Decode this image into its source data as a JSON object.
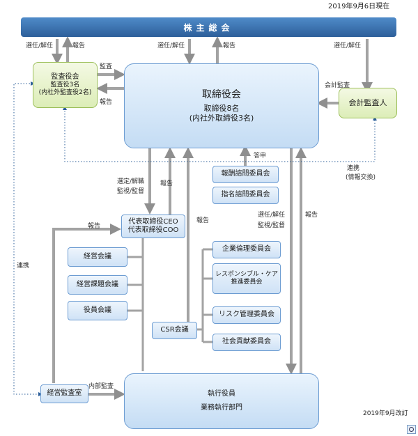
{
  "meta": {
    "as_of": "2019年9月6日現在",
    "revised": "2019年9月改訂"
  },
  "nodes": {
    "shareholders": "株主総会",
    "audit_board": {
      "title": "監査役会",
      "line1": "監査役3名",
      "line2": "(内社外監査役2名)"
    },
    "board": {
      "title": "取締役会",
      "line1": "取締役8名",
      "line2": "(内社外取締役3名)"
    },
    "accountant": "会計監査人",
    "remuneration": "報酬諮問委員会",
    "nomination": "指名諮問委員会",
    "ceo": {
      "line1": "代表取締役CEO",
      "line2": "代表取締役COO"
    },
    "mgmt_meeting": "経営会議",
    "issues_meeting": "経営課題会議",
    "officers_meeting": "役員会議",
    "csr": "CSR会議",
    "ethics": "企業倫理委員会",
    "responsible_care": {
      "line1": "レスポンシブル・ケア",
      "line2": "推進委員会"
    },
    "risk": "リスク管理委員会",
    "social": "社会貢献委員会",
    "internal_audit": "経営監査室",
    "executives": {
      "line1": "執行役員",
      "line2": "業務執行部門"
    }
  },
  "labels": {
    "select_dismiss": "選任/解任",
    "report": "報告",
    "audit": "監査",
    "accounting_audit": "会計監査",
    "report_answer": "答申",
    "cooperation": "連携",
    "cooperation_info": "(情報交換)",
    "select_dismiss_2": "選定/解職",
    "supervise": "監視/監督",
    "internal_audit": "内部監査"
  }
}
